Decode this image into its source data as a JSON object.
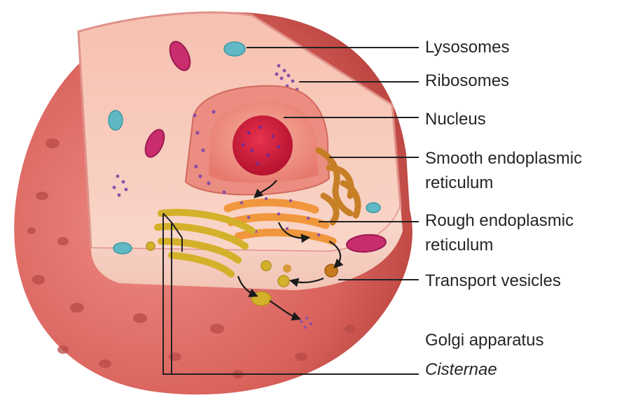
{
  "labels": {
    "lysosomes": "Lysosomes",
    "ribosomes": "Ribosomes",
    "nucleus": "Nucleus",
    "smooth_er_line1": "Smooth endoplasmic",
    "smooth_er_line2": "reticulum",
    "rough_er_line1": "Rough endoplasmic",
    "rough_er_line2": "reticulum",
    "transport_vesicles": "Transport vesicles",
    "golgi_apparatus": "Golgi apparatus",
    "cisternae": "Cisternae"
  },
  "colors": {
    "membrane": "#dc6a64",
    "membrane_dark": "#b8443f",
    "cytoplasm": "#f8c9b9",
    "floor": "#f6d4c8",
    "nuclear_envelope": "#e8857a",
    "nucleolus": "#d21f45",
    "lysosome": "#5fb8c4",
    "mitochondrion": "#c92d6d",
    "ribosome": "#8a4fa6",
    "rough_er": "#f0963c",
    "smooth_er": "#d08a2c",
    "golgi": "#d4b12a",
    "vesicle": "#c87a1c",
    "leader_line": "#222222"
  }
}
